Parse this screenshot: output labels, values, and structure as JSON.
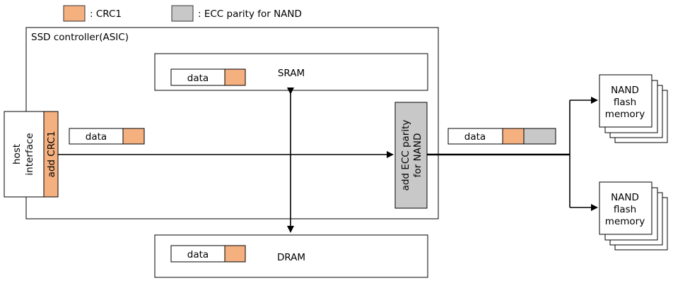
{
  "legend": {
    "crc_label": ": CRC1",
    "ecc_label": ": ECC parity for NAND"
  },
  "controller": {
    "title": "SSD controller(ASIC)"
  },
  "host_interface": {
    "line1": "host",
    "line2": "interface",
    "crc_label": "add CRC1"
  },
  "sram": {
    "label": "SRAM",
    "data_label": "data"
  },
  "dram": {
    "label": "DRAM",
    "data_label": "data"
  },
  "bus_packet": {
    "data_label": "data"
  },
  "ecc_block": {
    "line1": "add ECC parity",
    "line2": "for NAND"
  },
  "output_packet": {
    "data_label": "data"
  },
  "nand": [
    {
      "line1": "NAND",
      "line2": "flash",
      "line3": "memory"
    },
    {
      "line1": "NAND",
      "line2": "flash",
      "line3": "memory"
    }
  ],
  "colors": {
    "crc": "#f5b080",
    "ecc": "#c8c8c8",
    "line": "#000000",
    "box_fill": "#ffffff"
  }
}
